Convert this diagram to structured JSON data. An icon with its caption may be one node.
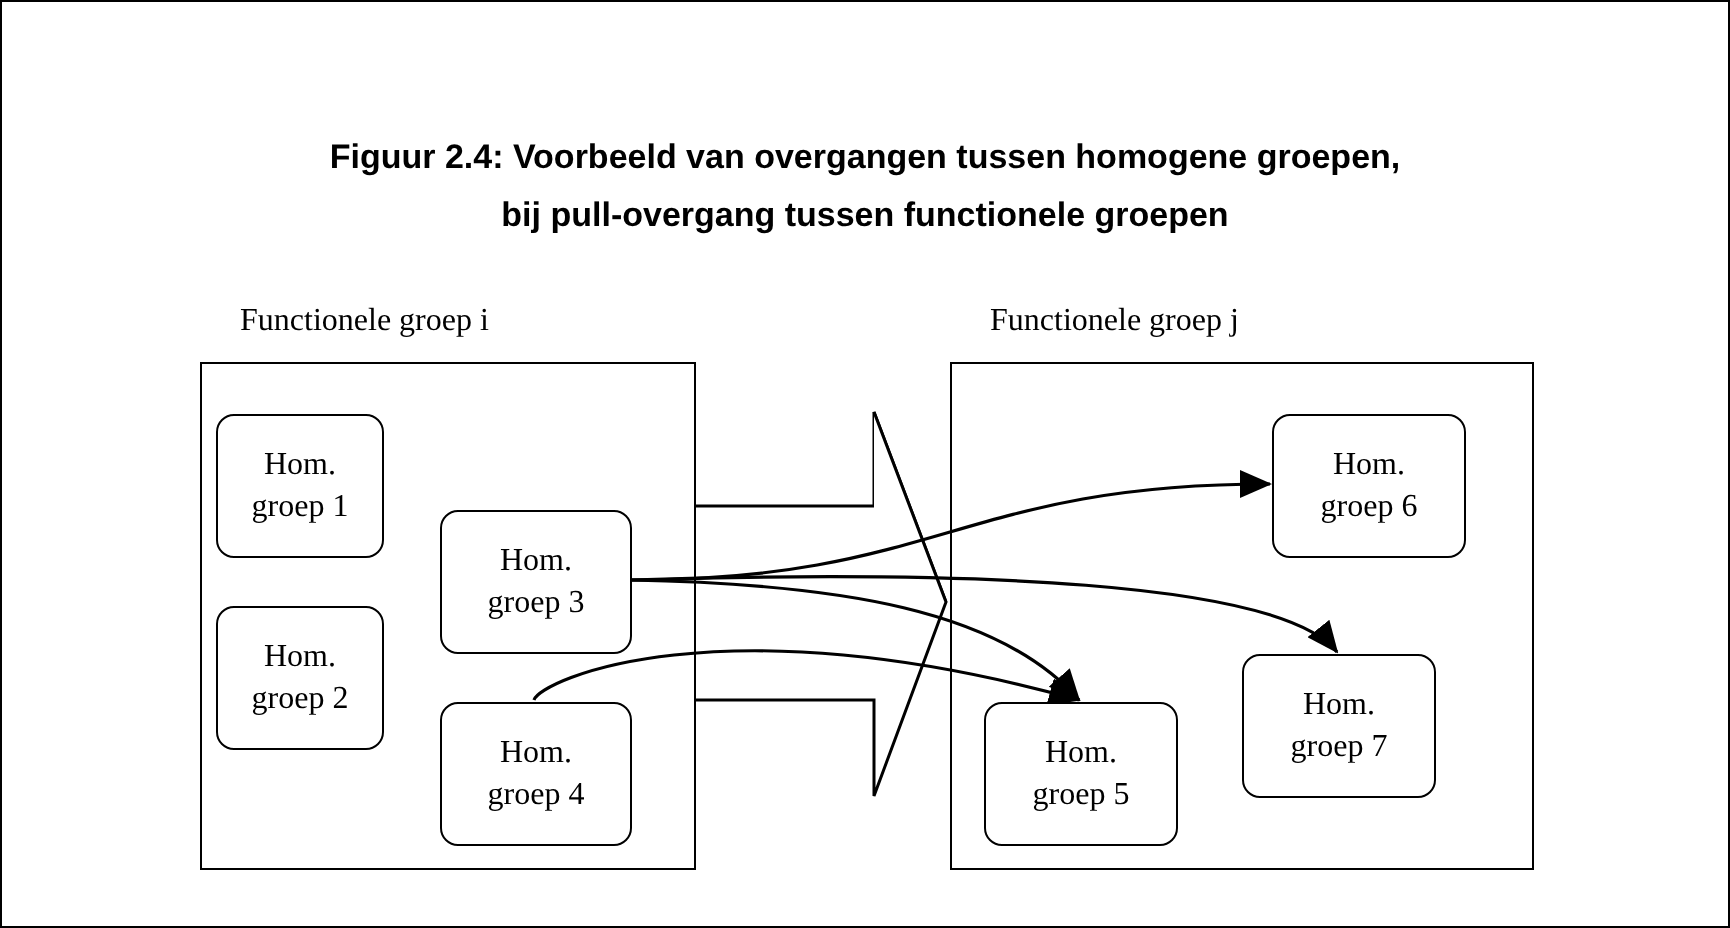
{
  "diagram": {
    "title": "Figuur 2.4: Voorbeeld van overgangen tussen homogene groepen, bij pull-overgang tussen functionele groepen",
    "nodes": [
      {
        "text": [
          "Functionele groep i"
        ]
      },
      {
        "text": [
          "Hom. groep 1"
        ],
        "in": 0
      },
      {
        "text": [
          "Hom. groep 2"
        ],
        "in": 0
      },
      {
        "text": [
          "Hom. groep 3"
        ],
        "in": 0
      },
      {
        "text": [
          "Hom. groep 4"
        ],
        "in": 0
      },
      {
        "text": [
          "Functionele groep j"
        ]
      },
      {
        "text": [
          "Hom. groep 6"
        ],
        "in": 5
      },
      {
        "text": [
          "Hom. groep 7"
        ],
        "in": 5
      },
      {
        "text": [
          "Hom. groep 5"
        ],
        "in": 5
      }
    ],
    "edges": [
      {
        "from": 0,
        "to": 5,
        "arrow": "to"
      },
      {
        "from": 3,
        "to": 6,
        "arrow": "to"
      },
      {
        "from": 3,
        "to": 7,
        "arrow": "to"
      },
      {
        "from": 3,
        "to": 8,
        "arrow": "to"
      },
      {
        "from": 4,
        "to": 8,
        "arrow": "to"
      }
    ]
  }
}
